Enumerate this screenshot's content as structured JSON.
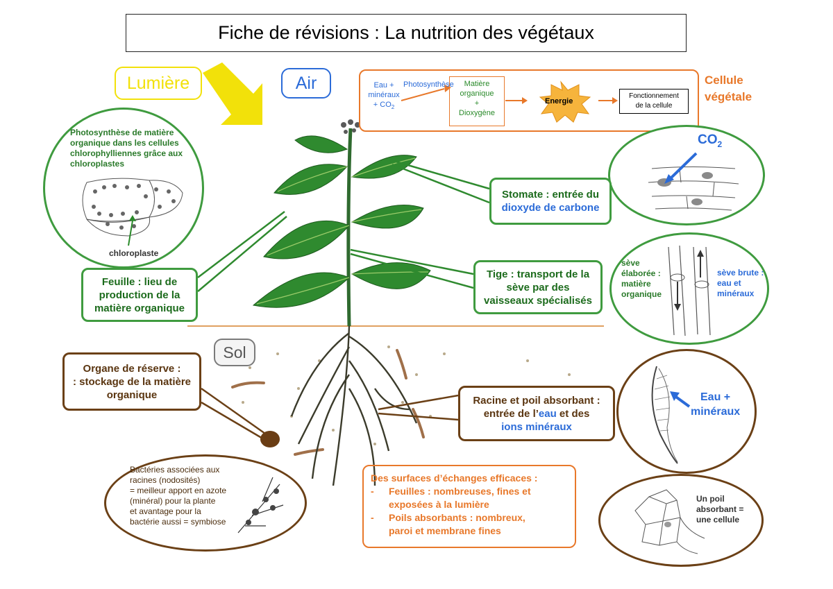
{
  "title": "Fiche de révisions : La nutrition des végétaux",
  "labels": {
    "lumiere": "Lumière",
    "air": "Air",
    "sol": "Sol",
    "cellule_l1": "Cellule",
    "cellule_l2": "végétale",
    "co2": "CO",
    "co2_sub": "2",
    "eau_mineraux_l1": "Eau +",
    "eau_mineraux_l2": "minéraux"
  },
  "process": {
    "input_l1": "Eau +",
    "input_l2": "minéraux",
    "input_l3": "+ CO",
    "input_sub": "2",
    "step": "Photosynthèse",
    "output_l1": "Matière",
    "output_l2": "organique",
    "output_l3": "+",
    "output_l4": "Dioxygène",
    "energy": "Energie",
    "result_l1": "Fonctionnement",
    "result_l2": "de la cellule"
  },
  "photosynthese_circle": {
    "text_l1": "Photosynthèse de matière",
    "text_l2": "organique dans les cellules",
    "text_l3": "chlorophylliennes grâce aux",
    "text_l4": "chloroplastes",
    "caption": "chloroplaste"
  },
  "feuille_box": {
    "l1": "Feuille : lieu de",
    "l2": "production de la",
    "l3": "matière organique"
  },
  "stomate_box": {
    "l1": "Stomate : entrée du",
    "l2": "dioxyde de carbone"
  },
  "tige_box": {
    "l1": "Tige : transport de la",
    "l2": "sève par des",
    "l3": "vaisseaux spécialisés"
  },
  "seve_circle": {
    "left_l1": "sève",
    "left_l2": "élaborée :",
    "left_l3": "matière",
    "left_l4": "organique",
    "right_l1": "sève brute :",
    "right_l2": "eau et",
    "right_l3": "minéraux"
  },
  "organe_box": {
    "l1": "Organe de réserve :",
    "l2": ": stockage de la matière",
    "l3": "organique"
  },
  "racine_box": {
    "l1": "Racine et poil absorbant :",
    "l2_a": "entrée de l’",
    "l2_b": "eau",
    "l2_c": " et des",
    "l3": "ions minéraux"
  },
  "bacteries_circle": {
    "l1": "Bactéries associées aux",
    "l2": "racines (nodosités)",
    "l3": "= meilleur apport en azote",
    "l4": "(minéral) pour la plante",
    "l5": "et avantage pour la",
    "l6": "bactérie aussi = symbiose"
  },
  "surfaces_box": {
    "heading": "Des surfaces d’échanges efficaces :",
    "b1_l1": "Feuilles : nombreuses, fines et",
    "b1_l2": "exposées à la lumière",
    "b2_l1": "Poils absorbants : nombreux,",
    "b2_l2": "paroi et membrane fines",
    "bullet": "-"
  },
  "poil_circle": {
    "l1": "Un poil",
    "l2": "absorbant =",
    "l3": "une cellule"
  },
  "colors": {
    "green": "#3f9b3f",
    "dark_green": "#1c6b1c",
    "brown": "#6b4016",
    "orange": "#e8782a",
    "blue": "#2b6bd8",
    "yellow": "#f2e10a",
    "leaf": "#2f8a2f"
  }
}
